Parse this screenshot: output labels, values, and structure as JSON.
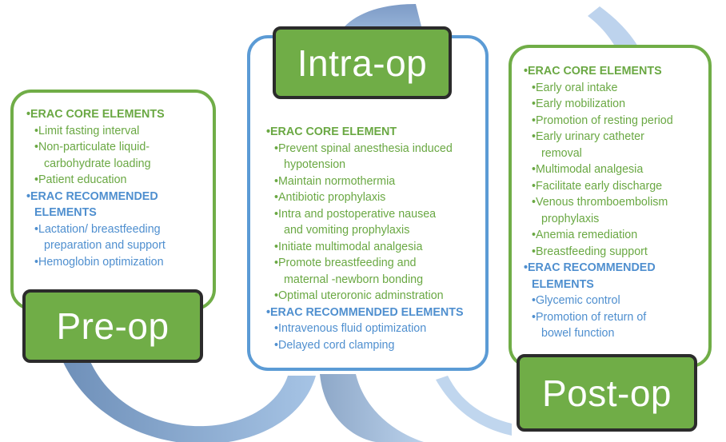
{
  "colors": {
    "green": "#70ad47",
    "green_text": "#6aa843",
    "blue": "#5b9bd5",
    "blue_text": "#4f8fcf",
    "arrow": "#8fb4dc"
  },
  "pre_op": {
    "label": "Pre-op",
    "core_heading": "•ERAC CORE ELEMENTS",
    "core_lines": [
      "•Limit fasting interval",
      "•Non-particulate liquid-",
      "carbohydrate loading",
      "•Patient education"
    ],
    "rec_heading_1": "•ERAC RECOMMENDED",
    "rec_heading_2": "ELEMENTS",
    "rec_lines": [
      "•Lactation/ breastfeeding",
      "preparation and support",
      "•Hemoglobin optimization"
    ]
  },
  "intra_op": {
    "label": "Intra-op",
    "core_heading": "•ERAC CORE ELEMENT",
    "core_lines": [
      "•Prevent spinal anesthesia induced",
      "hypotension",
      "•Maintain normothermia",
      "•Antibiotic prophylaxis",
      "•Intra and postoperative nausea",
      "and vomiting prophylaxis",
      "•Initiate multimodal analgesia",
      "•Promote breastfeeding and",
      "maternal -newborn bonding",
      "•Optimal uteroronic adminstration"
    ],
    "rec_heading": "•ERAC RECOMMENDED ELEMENTS",
    "rec_lines": [
      "•Intravenous fluid optimization",
      "•Delayed cord clamping"
    ]
  },
  "post_op": {
    "label": "Post-op",
    "core_heading": "•ERAC CORE ELEMENTS",
    "core_lines": [
      "•Early oral intake",
      "•Early mobilization",
      "•Promotion of resting period",
      "•Early urinary catheter",
      "removal",
      "•Multimodal analgesia",
      "•Facilitate early discharge",
      "•Venous thromboembolism",
      "prophylaxis",
      "•Anemia remediation",
      "•Breastfeeding support"
    ],
    "rec_heading_1": "•ERAC RECOMMENDED",
    "rec_heading_2": "ELEMENTS",
    "rec_lines": [
      "•Glycemic control",
      "•Promotion of return of",
      "bowel function"
    ]
  }
}
